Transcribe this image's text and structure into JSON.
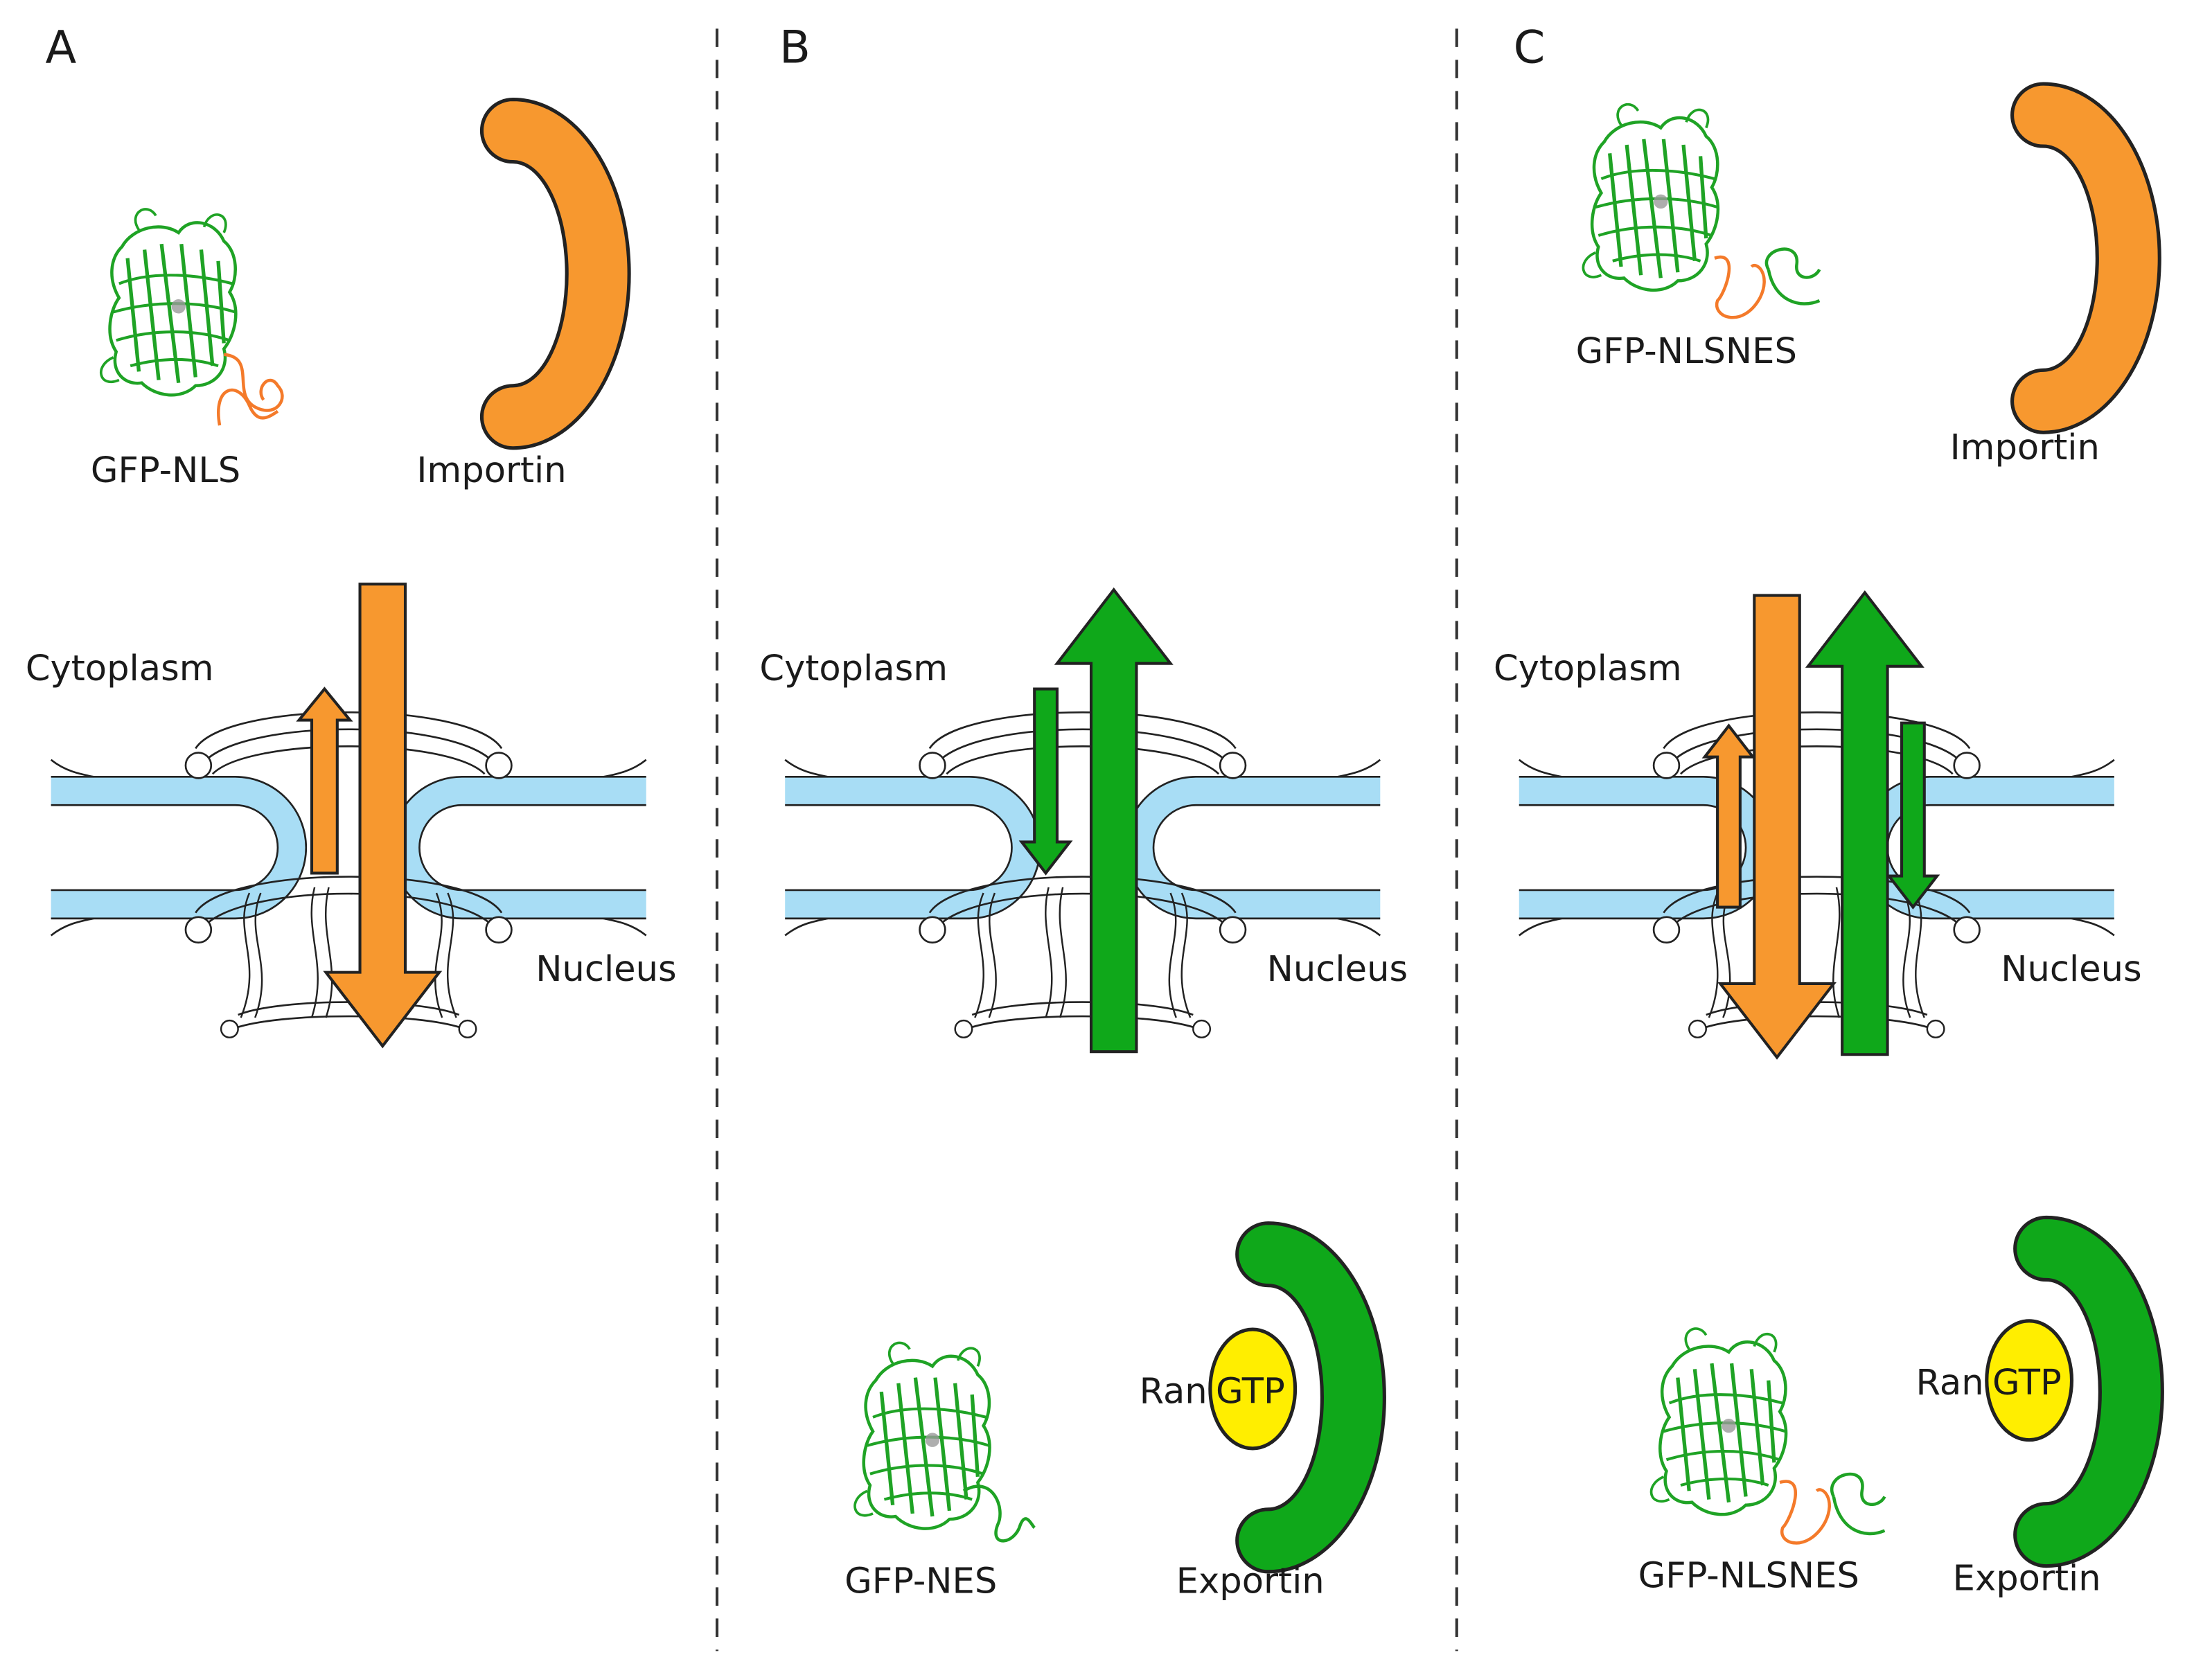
{
  "panels": [
    {
      "letter": "A",
      "cytoplasm_label": "Cytoplasm",
      "nucleus_label": "Nucleus",
      "cargo_label": "GFP-NLS",
      "receptor_label": "Importin"
    },
    {
      "letter": "B",
      "cytoplasm_label": "Cytoplasm",
      "nucleus_label": "Nucleus",
      "cargo_label": "GFP-NES",
      "receptor_label": "Exportin",
      "ran_label": "Ran",
      "gtp_label": "GTP"
    },
    {
      "letter": "C",
      "cytoplasm_label": "Cytoplasm",
      "nucleus_label": "Nucleus",
      "cargo_top_label": "GFP-NLSNES",
      "receptor_top_label": "Importin",
      "cargo_bottom_label": "GFP-NLSNES",
      "receptor_bottom_label": "Exportin",
      "ran_label": "Ran",
      "gtp_label": "GTP"
    }
  ],
  "colors": {
    "importin": "#F7982F",
    "exportin": "#0FA81A",
    "envelope": "#A8DDF5",
    "rangtp": "#FFEE00",
    "gfp": "#1FA325"
  }
}
